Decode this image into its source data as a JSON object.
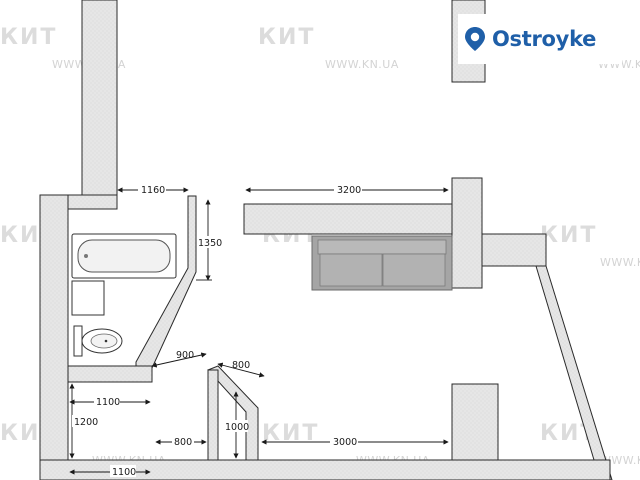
{
  "watermark": {
    "brand": "КИТ",
    "url": "WWW.KN.UA"
  },
  "logo": {
    "name": "Ostroyke"
  },
  "dimensions": {
    "living_top_width": "1160",
    "living_main_width": "3200",
    "bath_height": "1350",
    "door_diag": "900",
    "door_right": "800",
    "hall_width": "1100",
    "hall_height": "1200",
    "hall_bottom": "1100",
    "hall_door": "800",
    "wall_height": "1000",
    "bottom_right": "3000"
  },
  "colors": {
    "wall_fill": "#e4e4e4",
    "wall_stroke": "#2b2b2b",
    "sofa": "#a5a5a5",
    "brand": "#1f5fa8"
  }
}
